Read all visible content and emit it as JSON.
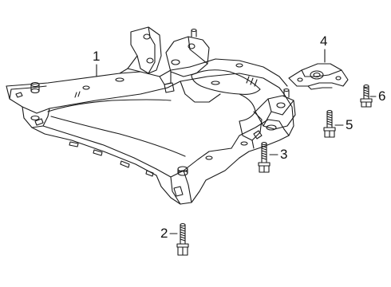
{
  "callouts": {
    "frame": "1",
    "bolt_lower": "2",
    "bolt_mid": "3",
    "bracket": "4",
    "bolt_short": "5",
    "bolt_right": "6"
  },
  "colors": {
    "line": "#1a1a1a",
    "background": "#ffffff"
  },
  "icons": [
    "subframe-part",
    "bolt-part",
    "bracket-part"
  ]
}
